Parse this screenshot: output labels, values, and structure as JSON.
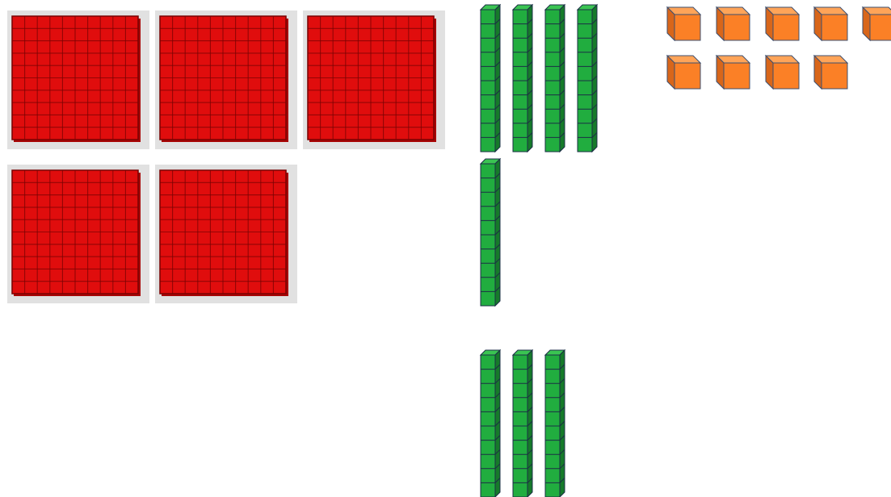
{
  "colors": {
    "hundred_face": "#e00d0d",
    "hundred_shade": "#a80606",
    "hundred_grid": "#7a0303",
    "hundred_backing": "#e1e1e1",
    "ten_face": "#21ad3f",
    "ten_side": "#167a2a",
    "ten_top": "#3ac452",
    "ten_outline": "#1b2f45",
    "one_face": "#fb8026",
    "one_side": "#d8661a",
    "one_top": "#ffa458",
    "one_outline": "#3d4f6f"
  },
  "icons": {
    "hundreds": "base-ten-hundred-flat",
    "tens": "base-ten-ten-rod",
    "ones": "base-ten-unit-cube"
  },
  "blocks": {
    "hundreds": 5,
    "tens": 8,
    "ones": 9
  }
}
